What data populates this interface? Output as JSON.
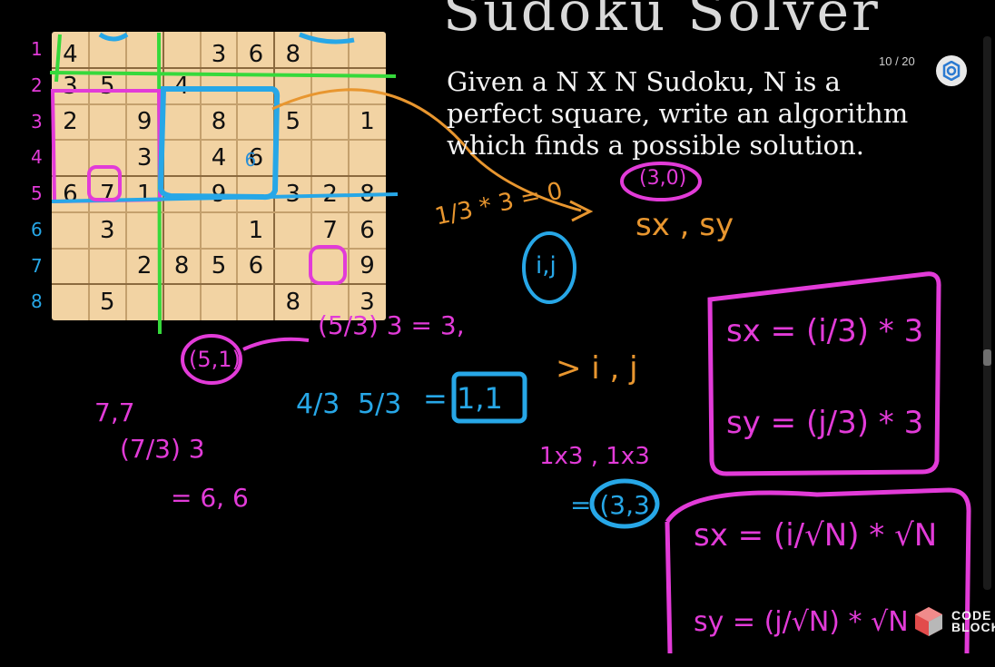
{
  "slide": {
    "title_partial": "Sudoku Solver",
    "problem_lines": [
      "Given a N X N Sudoku, N is a",
      "perfect square, write an algorithm",
      "which finds a possible solution."
    ],
    "counter": "10 / 20",
    "settings_icon": "gear-icon"
  },
  "board": {
    "row_labels": [
      "1",
      "2",
      "3",
      "4",
      "5",
      "6",
      "7",
      "8"
    ],
    "rows": [
      [
        "4",
        "",
        "",
        "",
        "3",
        "6",
        "8",
        "",
        ""
      ],
      [
        "3",
        "5",
        "",
        "4",
        "",
        "",
        "",
        "",
        ""
      ],
      [
        "2",
        "",
        "9",
        "",
        "8",
        "",
        "5",
        "",
        "1"
      ],
      [
        "",
        "",
        "3",
        "",
        "4",
        "6",
        "",
        "",
        ""
      ],
      [
        "6",
        "7",
        "1",
        "",
        "9",
        "",
        "3",
        "2",
        "8"
      ],
      [
        "",
        "3",
        "",
        "",
        "",
        "1",
        "",
        "7",
        "6"
      ],
      [
        "",
        "",
        "2",
        "8",
        "5",
        "6",
        "",
        "",
        "9"
      ],
      [
        "",
        "5",
        "",
        "",
        "",
        "",
        "8",
        "",
        "3"
      ]
    ]
  },
  "annotations": {
    "point_pink": "(3,0)",
    "coord_sx_sy": "sx , sy",
    "calc_orange": "1/3 * 3 = 0",
    "ij_circle": "i,j",
    "ij_arrow": "> i , j",
    "cell_5_1": "(5,1)",
    "div_expr": "(5/3) 3 = 3,",
    "fractions": [
      "4/3",
      "5/3"
    ],
    "equals_box": "= 1,1",
    "pair_7_7": "7,7",
    "pair_div": "(7/3) 3",
    "pair_result": "= 6, 6",
    "product": "1x3 , 1x3",
    "product_result": "= (3,3)",
    "formula_sx": "sx = (i/3) * 3",
    "formula_sy": "sy = (j/3) * 3",
    "formula_sx_n": "sx = (i/√N) * √N",
    "formula_sy_n": "sy = (j/√N) * √N",
    "small_six": "6"
  },
  "brand": {
    "logo_line1": "CODE",
    "logo_line2": "BLOCK"
  },
  "colors": {
    "pink": "#e23bd8",
    "cyan": "#27a7e7",
    "orange": "#e8962f",
    "green": "#36d93b",
    "board": "#f2d3a3"
  }
}
